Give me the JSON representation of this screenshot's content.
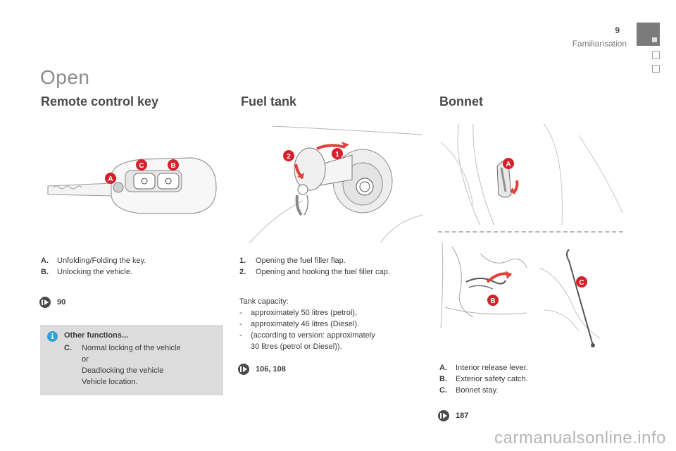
{
  "header": {
    "page_number": "9",
    "section": "Familiarisation"
  },
  "page_title": "Open",
  "remote": {
    "heading": "Remote control key",
    "callouts": [
      "A",
      "B",
      "C"
    ],
    "items": [
      {
        "label": "A.",
        "text": "Unfolding/Folding the key."
      },
      {
        "label": "B.",
        "text": "Unlocking the vehicle."
      }
    ],
    "ref": "90",
    "info": {
      "icon": "i",
      "title": "Other functions...",
      "label": "C.",
      "lines": [
        "Normal locking of the vehicle",
        "or",
        "Deadlocking the vehicle",
        "Vehicle location."
      ]
    }
  },
  "fuel": {
    "heading": "Fuel tank",
    "callouts": [
      "1",
      "2"
    ],
    "items": [
      {
        "label": "1.",
        "text": "Opening the fuel filler flap."
      },
      {
        "label": "2.",
        "text": "Opening and hooking the fuel filler cap."
      }
    ],
    "tank_title": "Tank capacity:",
    "tank_lines": [
      {
        "dash": "-",
        "text": "approximately 50 litres (petrol),"
      },
      {
        "dash": "-",
        "text": "approximately 46 litres (Diesel)."
      },
      {
        "dash": "-",
        "text": "(according to version: approximately"
      }
    ],
    "tank_cont": "30 litres (petrol or Diesel)).",
    "ref": "106, 108"
  },
  "bonnet": {
    "heading": "Bonnet",
    "callouts": [
      "A",
      "B",
      "C"
    ],
    "items": [
      {
        "label": "A.",
        "text": "Interior release lever."
      },
      {
        "label": "B.",
        "text": "Exterior safety catch."
      },
      {
        "label": "C.",
        "text": "Bonnet stay."
      }
    ],
    "ref": "187"
  },
  "watermark": "carmanualsonline.info",
  "colors": {
    "callout_red": "#d6202a",
    "arrow_red": "#e0403a",
    "info_blue": "#2f9fd8",
    "box_gray": "#dcdcdc",
    "tab_gray": "#7b7b7b"
  }
}
